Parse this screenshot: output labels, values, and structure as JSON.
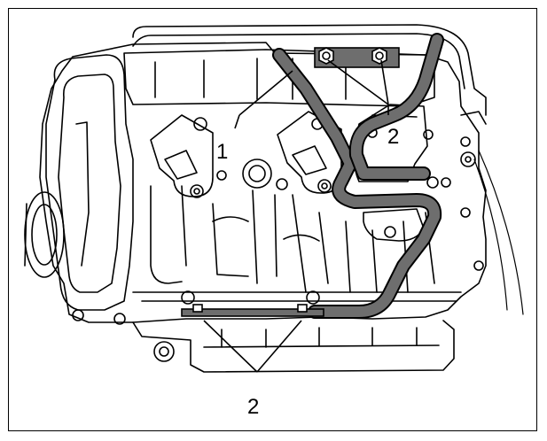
{
  "figure": {
    "callouts": [
      {
        "id": "callout-1",
        "text": "1"
      },
      {
        "id": "callout-2-top",
        "text": "2"
      },
      {
        "id": "callout-2-bottom",
        "text": "2"
      }
    ]
  },
  "colors": {
    "line": "#000000",
    "hose": "#6e6e6e",
    "background": "#ffffff"
  }
}
